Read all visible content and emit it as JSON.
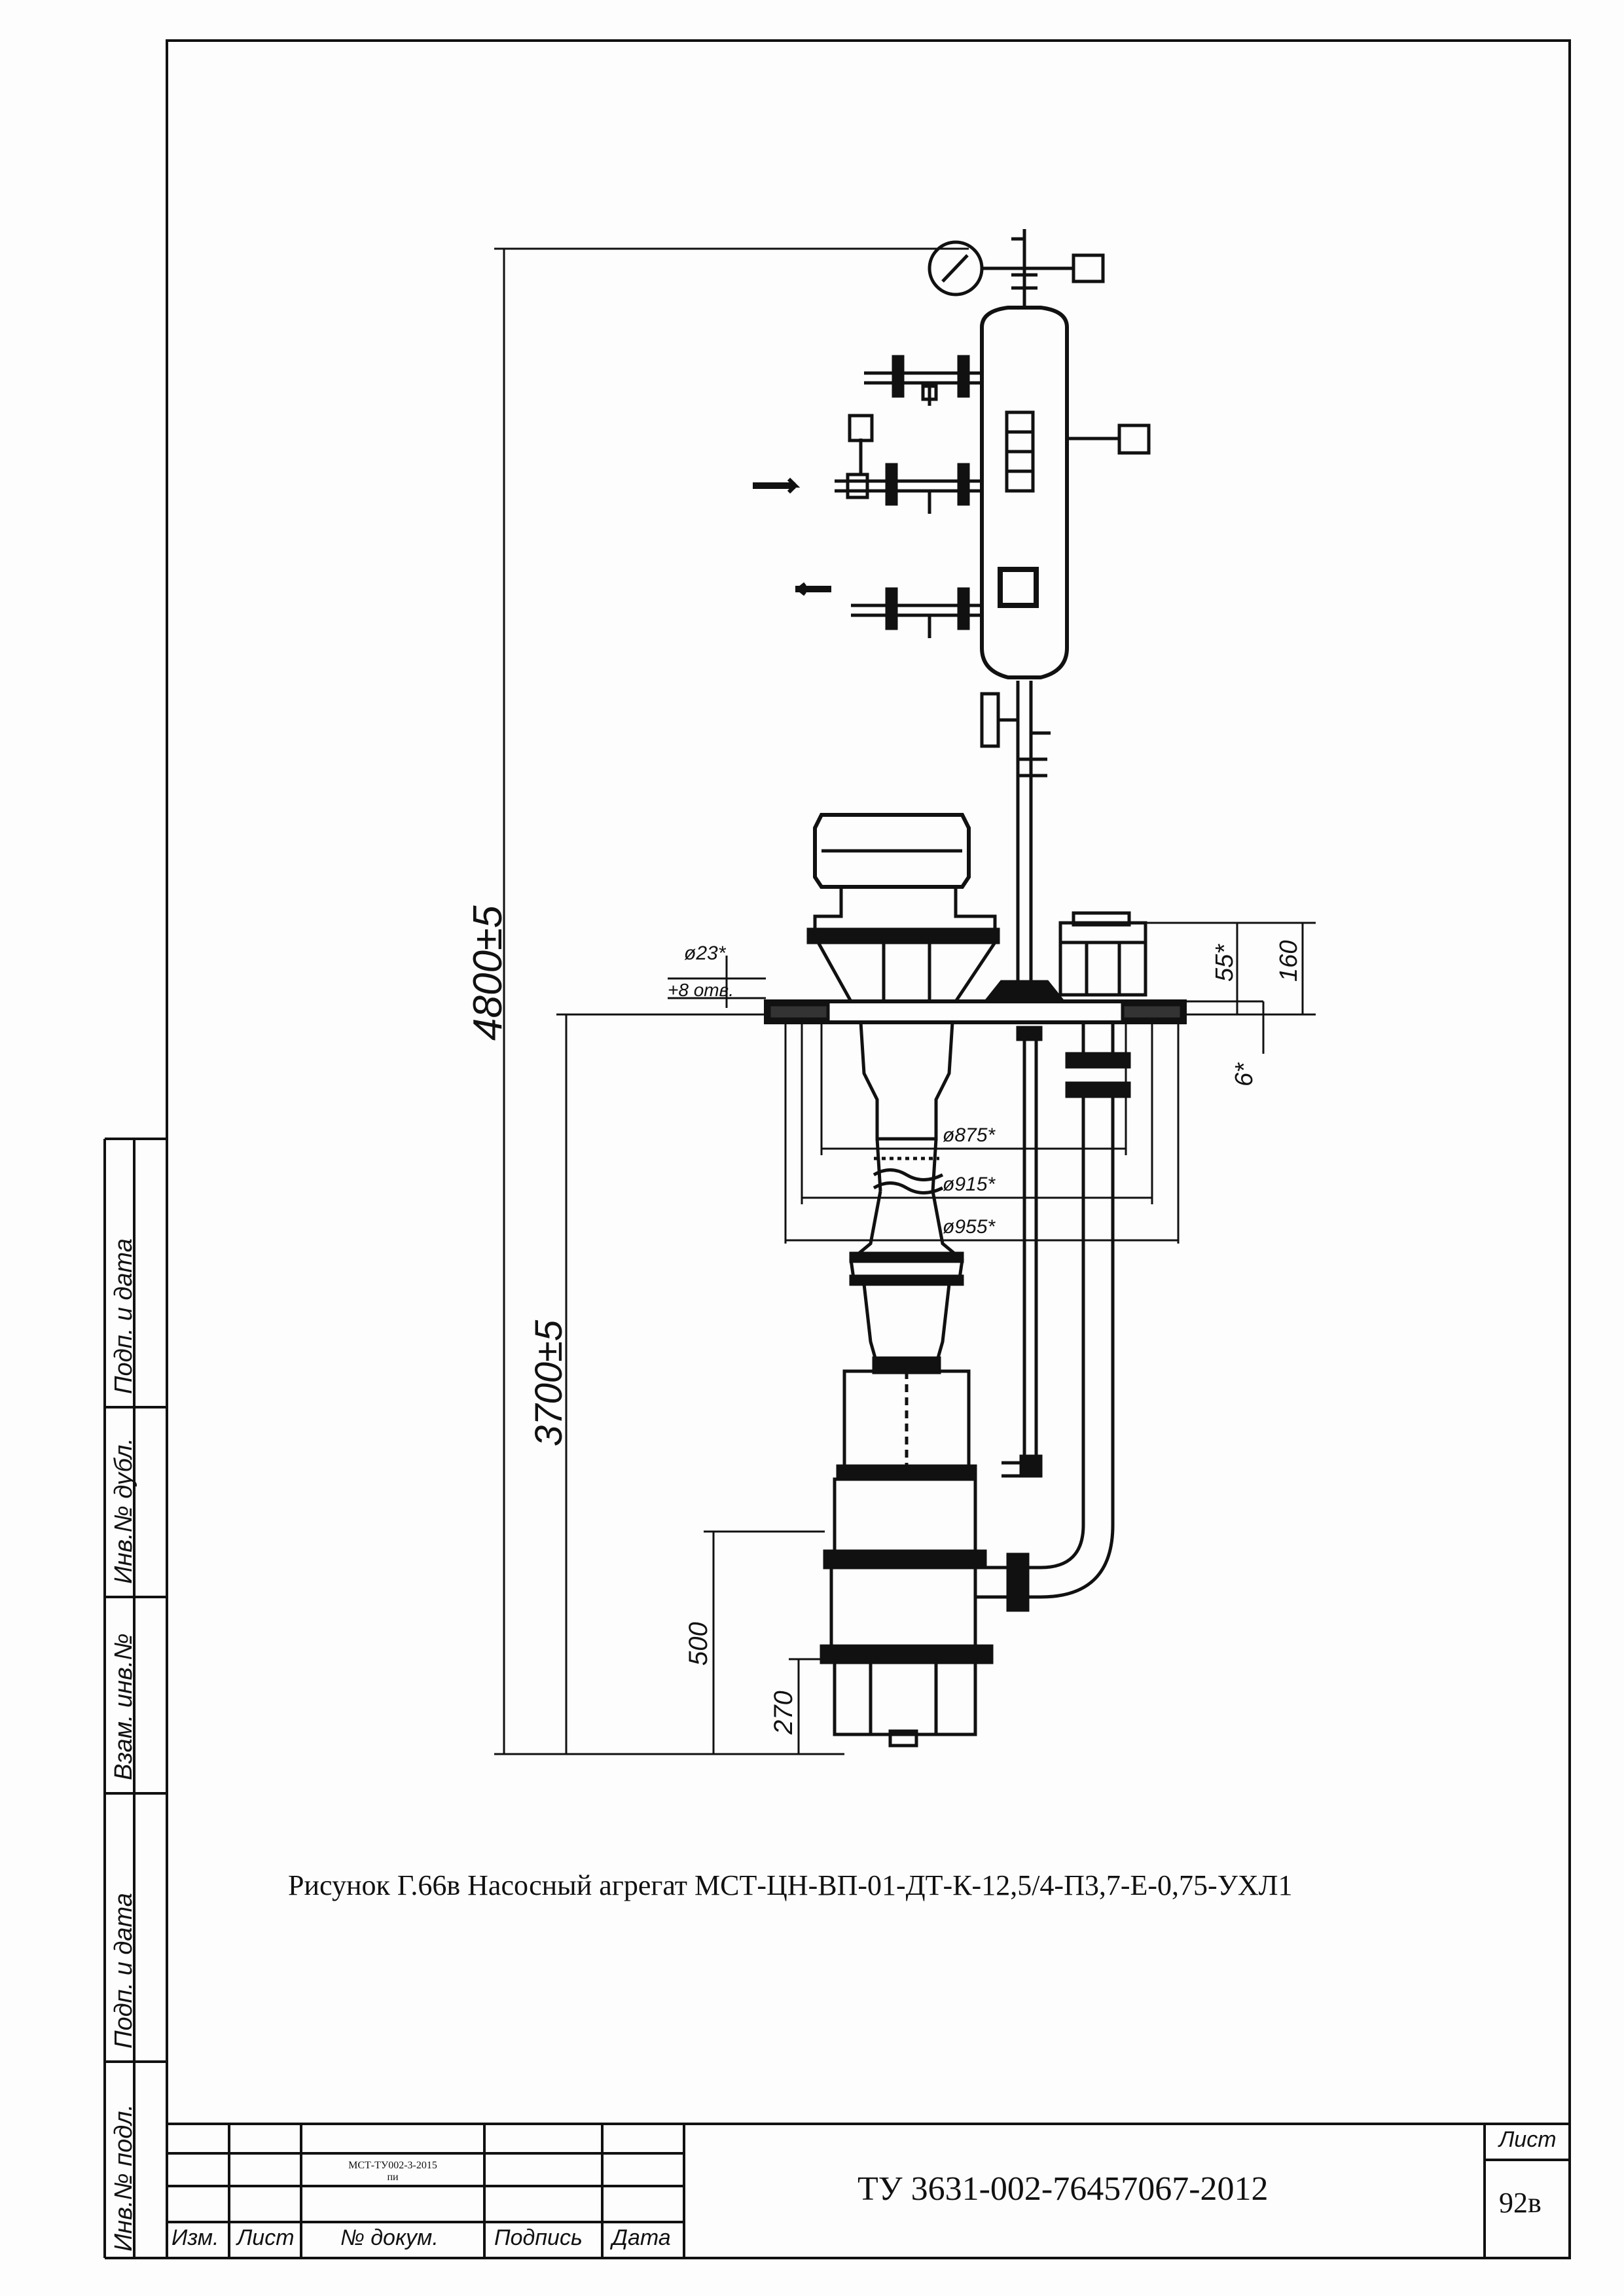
{
  "side_stamp": {
    "podp_data_top": "Подп. и дата",
    "inv_dubl": "Инв.№ дубл.",
    "vzam_inv": "Взам. инв.№",
    "podp_data_bottom": "Подп. и дата",
    "inv_podl": "Инв.№ подл."
  },
  "dimensions": {
    "total_height": "4800±5",
    "lower_height": "3700±5",
    "d500": "500",
    "d270": "270",
    "d55": "55*",
    "d160": "160",
    "d6": "6*",
    "hole_dia": "ø23*",
    "holes": "+8 отв.",
    "d875": "ø875*",
    "d915": "ø915*",
    "d955": "ø955*"
  },
  "caption": "Рисунок Г.66в Насосный агрегат МСТ-ЦН-ВП-01-ДТ-К-12,5/4-П3,7-Е-0,75-УХЛ1",
  "title_block": {
    "sheet_label": "Лист",
    "sheet_number": "92в",
    "document_number": "ТУ 3631-002-76457067-2012",
    "izm_doc_line1": "МСТ-ТУ002-3-2015",
    "izm_doc_line2": "пи",
    "col_izm": "Изм.",
    "col_list": "Лист",
    "col_doc": "№ докум.",
    "col_podpis": "Подпись",
    "col_data": "Дата"
  }
}
